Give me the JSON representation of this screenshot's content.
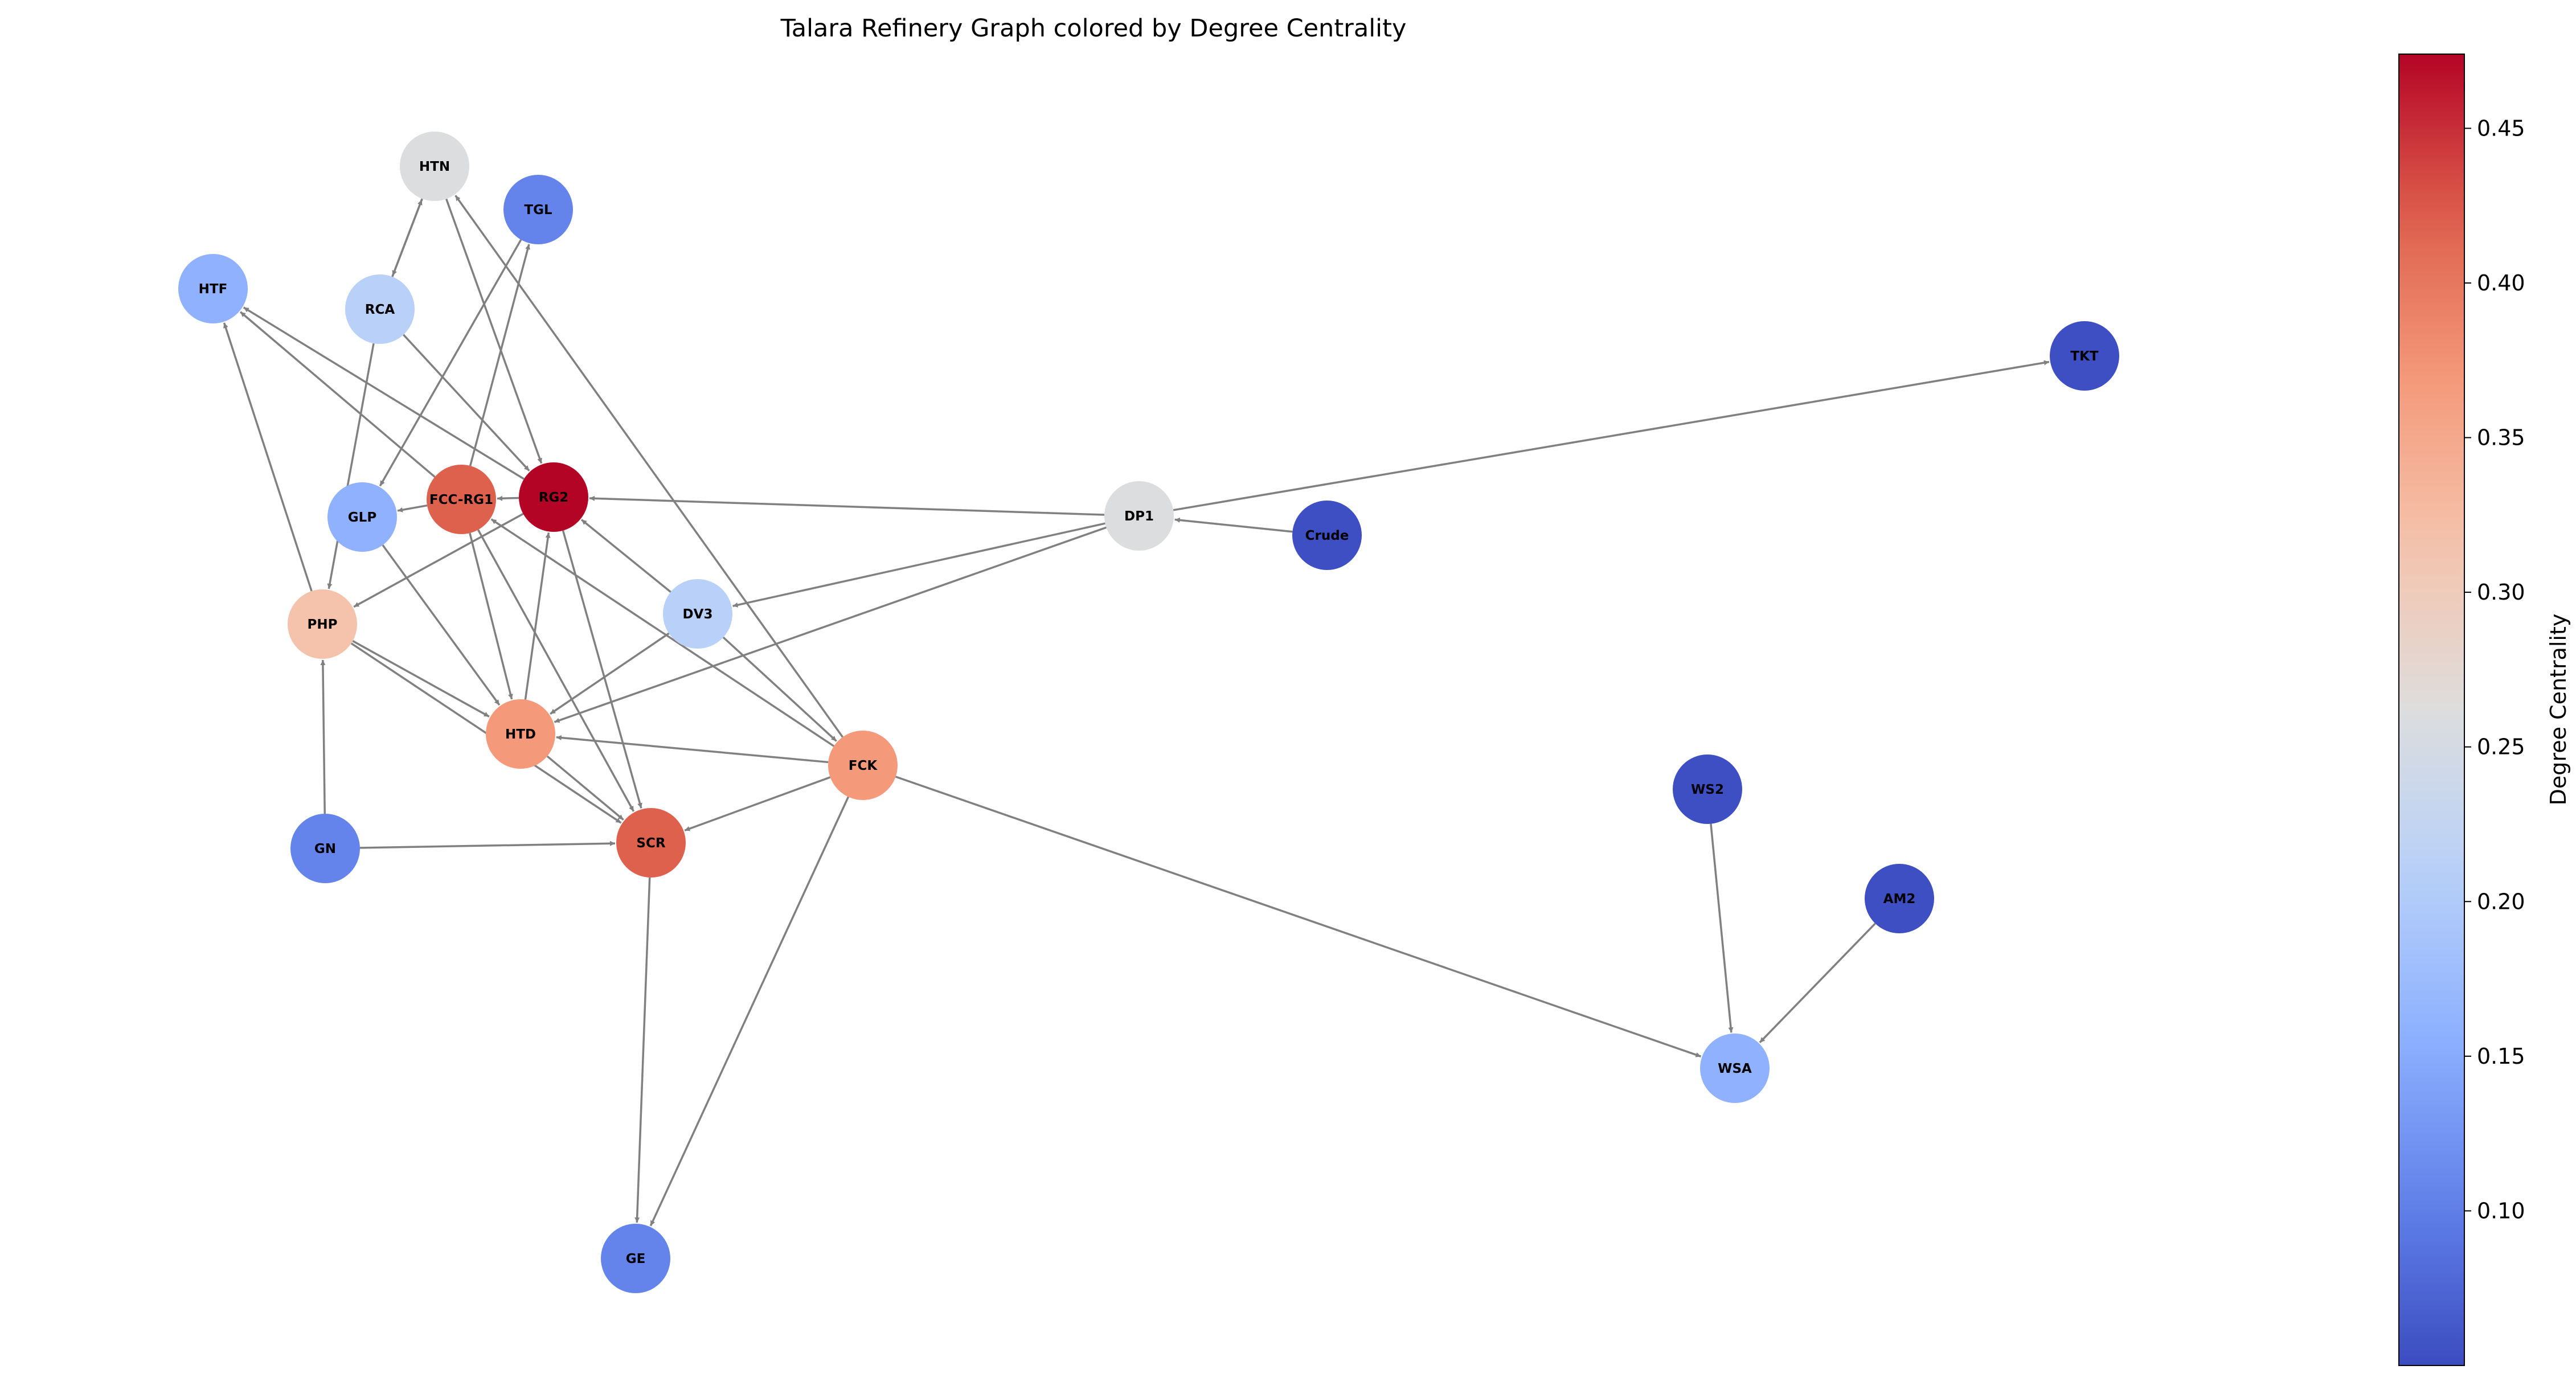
{
  "title": "Talara Refinery Graph colored by Degree Centrality",
  "colorbar": {
    "label": "Degree Centrality",
    "min": 0.05,
    "max": 0.474,
    "ticks": [
      "0.10",
      "0.15",
      "0.20",
      "0.25",
      "0.30",
      "0.35",
      "0.40",
      "0.45"
    ],
    "colormap": "coolwarm"
  },
  "edge_color": "#808080",
  "nodes": [
    {
      "id": "HTN",
      "centrality": 0.26
    },
    {
      "id": "TGL",
      "centrality": 0.105
    },
    {
      "id": "HTF",
      "centrality": 0.158
    },
    {
      "id": "RCA",
      "centrality": 0.21
    },
    {
      "id": "TKT",
      "centrality": 0.053
    },
    {
      "id": "FCC-RG1",
      "centrality": 0.42
    },
    {
      "id": "RG2",
      "centrality": 0.474
    },
    {
      "id": "GLP",
      "centrality": 0.158
    },
    {
      "id": "DP1",
      "centrality": 0.26
    },
    {
      "id": "Crude",
      "centrality": 0.053
    },
    {
      "id": "PHP",
      "centrality": 0.316
    },
    {
      "id": "DV3",
      "centrality": 0.21
    },
    {
      "id": "HTD",
      "centrality": 0.368
    },
    {
      "id": "FCK",
      "centrality": 0.368
    },
    {
      "id": "WS2",
      "centrality": 0.053
    },
    {
      "id": "GN",
      "centrality": 0.105
    },
    {
      "id": "SCR",
      "centrality": 0.42
    },
    {
      "id": "AM2",
      "centrality": 0.053
    },
    {
      "id": "WSA",
      "centrality": 0.158
    },
    {
      "id": "GE",
      "centrality": 0.105
    }
  ],
  "edges": [
    {
      "from": "HTN",
      "to": "RCA"
    },
    {
      "from": "RCA",
      "to": "HTN"
    },
    {
      "from": "RCA",
      "to": "RG2"
    },
    {
      "from": "RCA",
      "to": "PHP"
    },
    {
      "from": "HTN",
      "to": "RG2"
    },
    {
      "from": "FCK",
      "to": "HTN"
    },
    {
      "from": "FCC-RG1",
      "to": "TGL"
    },
    {
      "from": "TGL",
      "to": "GLP"
    },
    {
      "from": "FCC-RG1",
      "to": "HTF"
    },
    {
      "from": "RG2",
      "to": "HTF"
    },
    {
      "from": "PHP",
      "to": "HTF"
    },
    {
      "from": "DP1",
      "to": "TKT"
    },
    {
      "from": "DP1",
      "to": "RG2"
    },
    {
      "from": "Crude",
      "to": "DP1"
    },
    {
      "from": "DP1",
      "to": "DV3"
    },
    {
      "from": "DP1",
      "to": "HTD"
    },
    {
      "from": "RG2",
      "to": "FCC-RG1"
    },
    {
      "from": "FCC-RG1",
      "to": "GLP"
    },
    {
      "from": "RG2",
      "to": "PHP"
    },
    {
      "from": "DV3",
      "to": "RG2"
    },
    {
      "from": "DV3",
      "to": "HTD"
    },
    {
      "from": "DV3",
      "to": "FCK"
    },
    {
      "from": "FCK",
      "to": "FCC-RG1"
    },
    {
      "from": "FCC-RG1",
      "to": "HTD"
    },
    {
      "from": "FCC-RG1",
      "to": "SCR"
    },
    {
      "from": "HTD",
      "to": "RG2"
    },
    {
      "from": "RG2",
      "to": "SCR"
    },
    {
      "from": "GLP",
      "to": "HTD"
    },
    {
      "from": "PHP",
      "to": "HTD"
    },
    {
      "from": "PHP",
      "to": "SCR"
    },
    {
      "from": "HTD",
      "to": "SCR"
    },
    {
      "from": "GN",
      "to": "PHP"
    },
    {
      "from": "GN",
      "to": "SCR"
    },
    {
      "from": "FCK",
      "to": "HTD"
    },
    {
      "from": "FCK",
      "to": "SCR"
    },
    {
      "from": "FCK",
      "to": "GE"
    },
    {
      "from": "SCR",
      "to": "GE"
    },
    {
      "from": "FCK",
      "to": "WSA"
    },
    {
      "from": "WS2",
      "to": "WSA"
    },
    {
      "from": "AM2",
      "to": "WSA"
    }
  ]
}
